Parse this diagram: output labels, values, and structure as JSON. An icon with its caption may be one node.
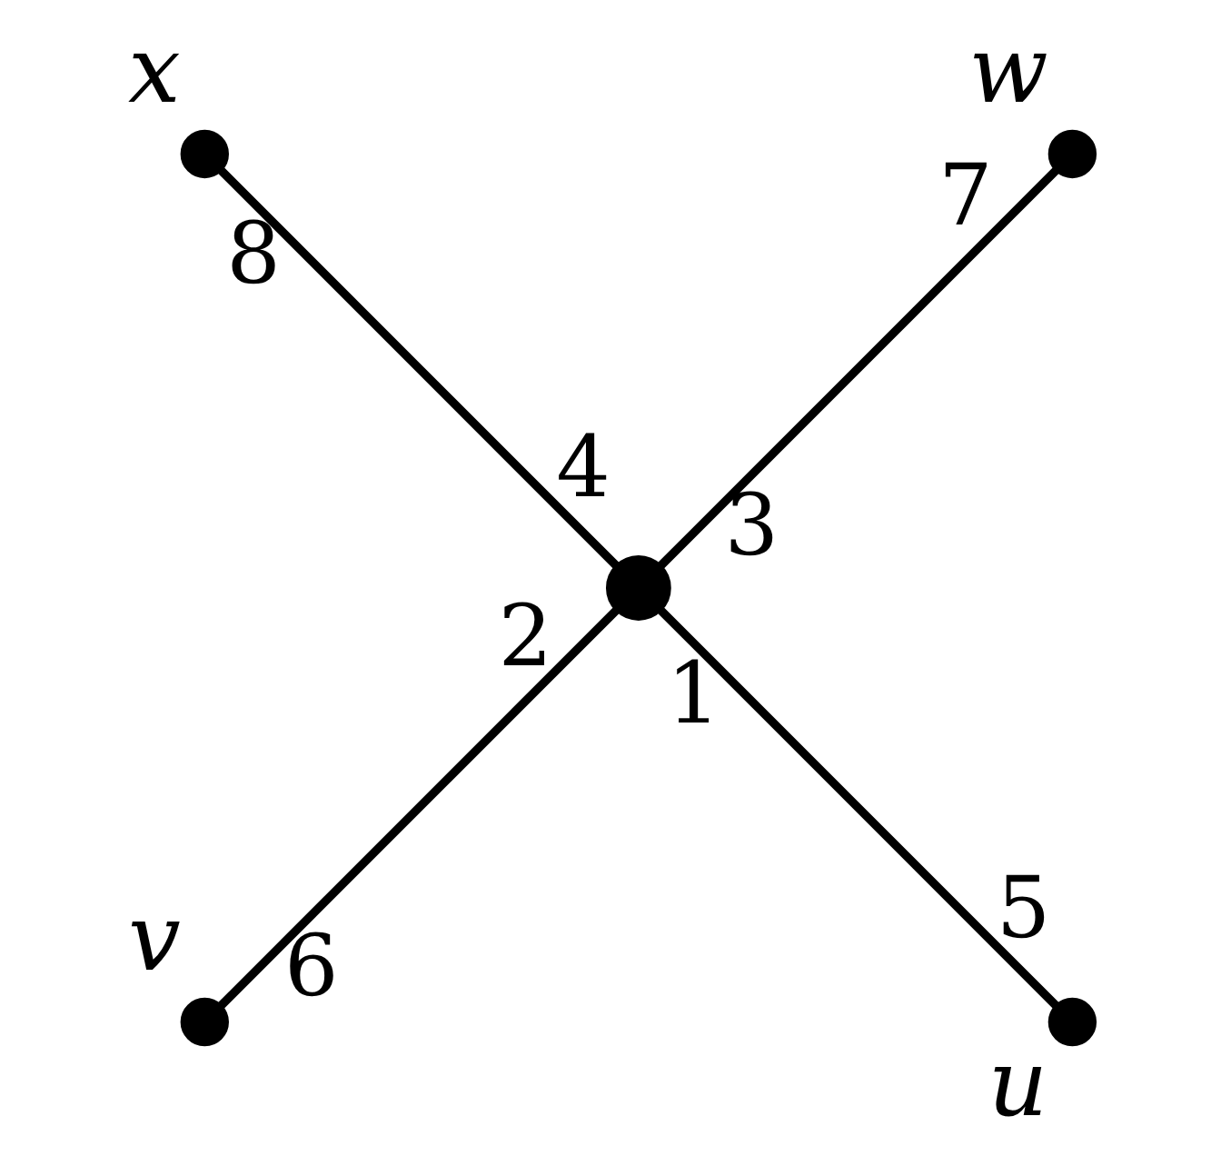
{
  "diagram": {
    "nodes": [
      {
        "text": [],
        "shape": "circle",
        "beside": [
          "w"
        ]
      },
      {
        "text": [],
        "shape": "circle",
        "beside": [
          "x"
        ]
      },
      {
        "text": [],
        "shape": "circle"
      },
      {
        "text": [],
        "shape": "circle",
        "beside": [
          "v"
        ]
      },
      {
        "text": [],
        "shape": "circle",
        "beside": [
          "u"
        ]
      }
    ],
    "edges": [
      {
        "from": 2,
        "to": 4,
        "arrow": "none"
      },
      {
        "from": 2,
        "to": 3,
        "arrow": "none"
      },
      {
        "from": 2,
        "to": 0,
        "arrow": "none"
      },
      {
        "from": 2,
        "to": 1,
        "arrow": "none"
      }
    ],
    "labels": [
      "7",
      "8",
      "4",
      "3",
      "1",
      "2",
      "6",
      "5"
    ]
  }
}
